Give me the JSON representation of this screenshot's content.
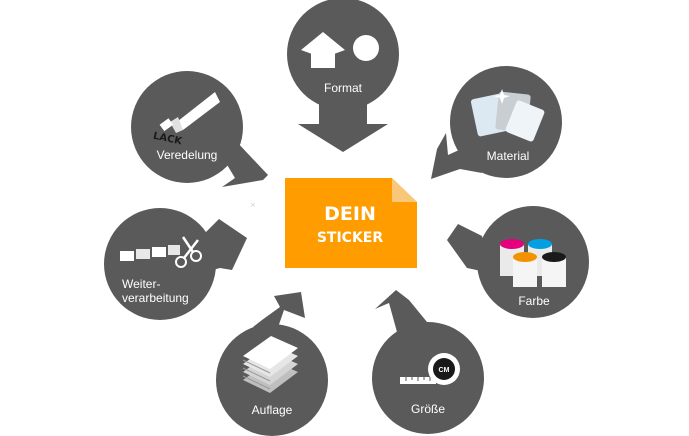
{
  "center": {
    "line1": "DEIN",
    "line2": "STICKER",
    "color": "#ff9d00",
    "fold_color": "#f9c77a"
  },
  "node_color": "#5a5a5a",
  "label_color": "#ffffff",
  "nodes": {
    "format": {
      "label": "Format",
      "icon": "shapes-icon"
    },
    "material": {
      "label": "Material",
      "icon": "material-sheets-icon"
    },
    "farbe": {
      "label": "Farbe",
      "icon": "ink-cans-icon"
    },
    "groesse": {
      "label": "Größe",
      "icon": "tape-measure-icon",
      "icon_text": "CM"
    },
    "auflage": {
      "label": "Auflage",
      "icon": "paper-stack-icon"
    },
    "weiterverarbeitung": {
      "line1": "Weiter-",
      "line2": "verarbeitung",
      "icon": "scissors-icon"
    },
    "veredelung": {
      "label": "Veredelung",
      "icon": "lacquer-tube-icon",
      "icon_text": "LACK"
    }
  },
  "ink_colors": [
    "#e6007e",
    "#00a0e3",
    "#f39200",
    "#1a1a1a"
  ]
}
